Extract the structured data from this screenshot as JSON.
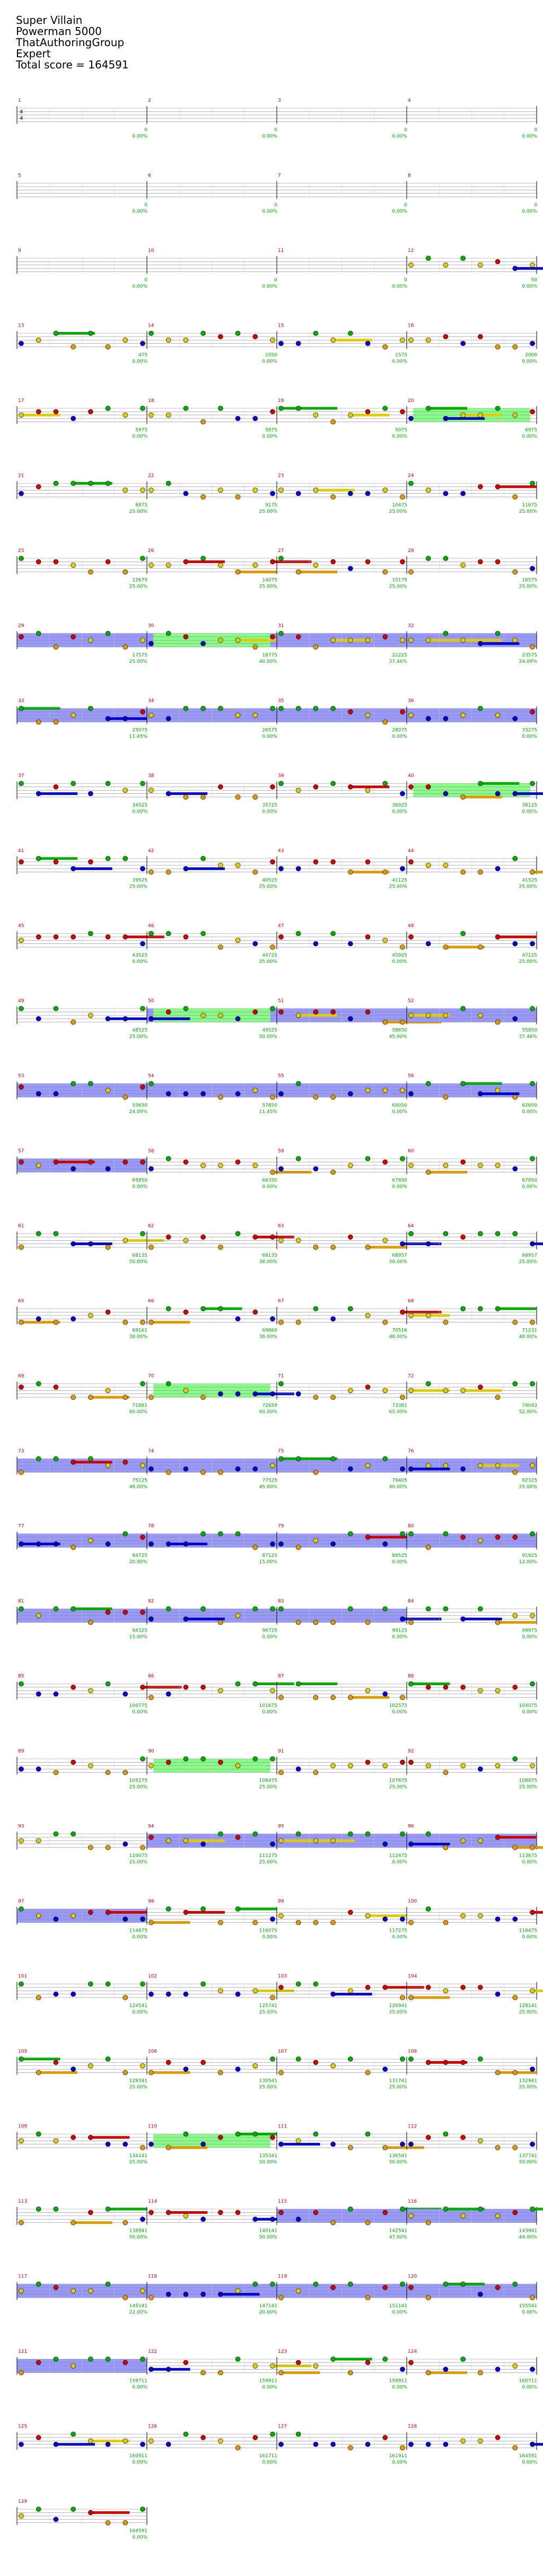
{
  "song": {
    "title": "Super Villain",
    "artist": "Powerman 5000",
    "charter": "ThatAuthoringGroup",
    "difficulty": "Expert",
    "total_score_label": "Total score = 164591"
  },
  "time_signature": {
    "numerator": "4",
    "denominator": "4"
  },
  "colors": {
    "green": "#00aa00",
    "red": "#cc0000",
    "yellow": "#ddcc00",
    "blue": "#0000cc",
    "orange": "#dd9900",
    "star_power": "#88ff88",
    "solo": "#9999ff",
    "score_text": "#00aa00",
    "pct_text": "#00aa00",
    "measure_num": "#cc0000",
    "tempo_text": "#888888"
  },
  "measures": [
    {
      "n": "1",
      "score": "0",
      "pct": "0.00%"
    },
    {
      "n": "2",
      "score": "0",
      "pct": "0.00%"
    },
    {
      "n": "3",
      "score": "0",
      "pct": "0.00%"
    },
    {
      "n": "4",
      "score": "0",
      "pct": "0.00%"
    },
    {
      "n": "5",
      "score": "0",
      "pct": "0.00%"
    },
    {
      "n": "6",
      "score": "0",
      "pct": "0.00%"
    },
    {
      "n": "7",
      "score": "0",
      "pct": "0.00%"
    },
    {
      "n": "8",
      "score": "0",
      "pct": "0.00%"
    },
    {
      "n": "9",
      "score": "0",
      "pct": "0.00%"
    },
    {
      "n": "10",
      "score": "0",
      "pct": "0.00%"
    },
    {
      "n": "11",
      "score": "0",
      "pct": "0.00%"
    },
    {
      "n": "12",
      "score": "50",
      "pct": "0.00%"
    },
    {
      "n": "13",
      "score": "475",
      "pct": "0.00%"
    },
    {
      "n": "14",
      "score": "1050",
      "pct": "0.00%"
    },
    {
      "n": "15",
      "score": "1575",
      "pct": "0.00%"
    },
    {
      "n": "16",
      "score": "2000",
      "pct": "0.00%"
    },
    {
      "n": "17",
      "score": "5975",
      "pct": "0.00%"
    },
    {
      "n": "18",
      "score": "5875",
      "pct": "0.00%"
    },
    {
      "n": "19",
      "score": "5075",
      "pct": "0.00%"
    },
    {
      "n": "20",
      "score": "6975",
      "pct": "0.00%"
    },
    {
      "n": "21",
      "score": "8875",
      "pct": "25.00%"
    },
    {
      "n": "22",
      "score": "9175",
      "pct": "25.00%"
    },
    {
      "n": "23",
      "score": "10475",
      "pct": "25.00%"
    },
    {
      "n": "24",
      "score": "11675",
      "pct": "25.00%"
    },
    {
      "n": "25",
      "score": "12675",
      "pct": "25.00%"
    },
    {
      "n": "26",
      "score": "14075",
      "pct": "25.00%"
    },
    {
      "n": "27",
      "score": "15175",
      "pct": "25.00%"
    },
    {
      "n": "28",
      "score": "16575",
      "pct": "25.00%"
    },
    {
      "n": "29",
      "score": "17575",
      "pct": "25.00%"
    },
    {
      "n": "30",
      "score": "18775",
      "pct": "40.00%"
    },
    {
      "n": "31",
      "score": "21225",
      "pct": "37.46%"
    },
    {
      "n": "32",
      "score": "23575",
      "pct": "24.09%"
    },
    {
      "n": "33",
      "score": "25075",
      "pct": "11.45%"
    },
    {
      "n": "34",
      "score": "26575",
      "pct": "0.00%"
    },
    {
      "n": "35",
      "score": "28075",
      "pct": "0.00%"
    },
    {
      "n": "36",
      "score": "33275",
      "pct": "0.00%"
    },
    {
      "n": "37",
      "score": "34525",
      "pct": "0.00%"
    },
    {
      "n": "38",
      "score": "35725",
      "pct": "0.00%"
    },
    {
      "n": "39",
      "score": "36925",
      "pct": "0.00%"
    },
    {
      "n": "40",
      "score": "38125",
      "pct": "0.00%"
    },
    {
      "n": "41",
      "score": "39525",
      "pct": "25.00%"
    },
    {
      "n": "42",
      "score": "40525",
      "pct": "25.00%"
    },
    {
      "n": "43",
      "score": "41125",
      "pct": "25.00%"
    },
    {
      "n": "44",
      "score": "41525",
      "pct": "25.00%"
    },
    {
      "n": "45",
      "score": "43525",
      "pct": "0.00%"
    },
    {
      "n": "46",
      "score": "44725",
      "pct": "25.00%"
    },
    {
      "n": "47",
      "score": "45925",
      "pct": "0.00%"
    },
    {
      "n": "48",
      "score": "47125",
      "pct": "25.00%"
    },
    {
      "n": "49",
      "score": "48525",
      "pct": "25.00%"
    },
    {
      "n": "50",
      "score": "49525",
      "pct": "50.00%"
    },
    {
      "n": "51",
      "score": "58650",
      "pct": "45.00%"
    },
    {
      "n": "52",
      "score": "55850",
      "pct": "37.46%"
    },
    {
      "n": "53",
      "score": "55650",
      "pct": "24.09%"
    },
    {
      "n": "54",
      "score": "57850",
      "pct": "11.45%"
    },
    {
      "n": "55",
      "score": "60050",
      "pct": "0.00%"
    },
    {
      "n": "56",
      "score": "62650",
      "pct": "0.00%"
    },
    {
      "n": "57",
      "score": "65850",
      "pct": "0.00%"
    },
    {
      "n": "58",
      "score": "66350",
      "pct": "0.00%"
    },
    {
      "n": "59",
      "score": "67650",
      "pct": "0.00%"
    },
    {
      "n": "60",
      "score": "67850",
      "pct": "0.00%"
    },
    {
      "n": "61",
      "score": "68135",
      "pct": "50.00%"
    },
    {
      "n": "62",
      "score": "68135",
      "pct": "38.00%"
    },
    {
      "n": "63",
      "score": "68957",
      "pct": "30.00%"
    },
    {
      "n": "64",
      "score": "68957",
      "pct": "25.00%"
    },
    {
      "n": "65",
      "score": "69161",
      "pct": "38.00%"
    },
    {
      "n": "66",
      "score": "69860",
      "pct": "38.00%"
    },
    {
      "n": "67",
      "score": "70516",
      "pct": "48.00%"
    },
    {
      "n": "68",
      "score": "71231",
      "pct": "48.00%"
    },
    {
      "n": "69",
      "score": "71881",
      "pct": "60.00%"
    },
    {
      "n": "70",
      "score": "72659",
      "pct": "60.00%"
    },
    {
      "n": "71",
      "score": "73381",
      "pct": "65.00%"
    },
    {
      "n": "72",
      "score": "74043",
      "pct": "52.00%"
    },
    {
      "n": "73",
      "score": "75125",
      "pct": "48.00%"
    },
    {
      "n": "74",
      "score": "77525",
      "pct": "45.00%"
    },
    {
      "n": "75",
      "score": "79405",
      "pct": "40.00%"
    },
    {
      "n": "76",
      "score": "82325",
      "pct": "25.00%"
    },
    {
      "n": "77",
      "score": "84725",
      "pct": "20.00%"
    },
    {
      "n": "78",
      "score": "87125",
      "pct": "15.00%"
    },
    {
      "n": "79",
      "score": "89525",
      "pct": "0.00%"
    },
    {
      "n": "80",
      "score": "91925",
      "pct": "12.00%"
    },
    {
      "n": "81",
      "score": "94325",
      "pct": "15.00%"
    },
    {
      "n": "82",
      "score": "96725",
      "pct": "0.00%"
    },
    {
      "n": "83",
      "score": "99125",
      "pct": "0.00%"
    },
    {
      "n": "84",
      "score": "99975",
      "pct": "0.00%"
    },
    {
      "n": "85",
      "score": "100775",
      "pct": "0.00%"
    },
    {
      "n": "86",
      "score": "101675",
      "pct": "0.00%"
    },
    {
      "n": "87",
      "score": "102575",
      "pct": "0.00%"
    },
    {
      "n": "88",
      "score": "104075",
      "pct": "0.00%"
    },
    {
      "n": "89",
      "score": "105275",
      "pct": "25.00%"
    },
    {
      "n": "90",
      "score": "106475",
      "pct": "25.00%"
    },
    {
      "n": "91",
      "score": "107675",
      "pct": "25.00%"
    },
    {
      "n": "92",
      "score": "108875",
      "pct": "25.00%"
    },
    {
      "n": "93",
      "score": "110075",
      "pct": "25.00%"
    },
    {
      "n": "94",
      "score": "111275",
      "pct": "25.00%"
    },
    {
      "n": "95",
      "score": "112475",
      "pct": "0.00%"
    },
    {
      "n": "96",
      "score": "113675",
      "pct": "0.00%"
    },
    {
      "n": "97",
      "score": "114875",
      "pct": "0.00%"
    },
    {
      "n": "98",
      "score": "116075",
      "pct": "0.00%"
    },
    {
      "n": "99",
      "score": "117275",
      "pct": "0.00%"
    },
    {
      "n": "100",
      "score": "118475",
      "pct": "0.00%"
    },
    {
      "n": "101",
      "score": "124541",
      "pct": "0.00%"
    },
    {
      "n": "102",
      "score": "125741",
      "pct": "25.00%"
    },
    {
      "n": "103",
      "score": "126941",
      "pct": "25.00%"
    },
    {
      "n": "104",
      "score": "128141",
      "pct": "25.00%"
    },
    {
      "n": "105",
      "score": "129341",
      "pct": "25.00%"
    },
    {
      "n": "106",
      "score": "130541",
      "pct": "25.00%"
    },
    {
      "n": "107",
      "score": "131741",
      "pct": "25.00%"
    },
    {
      "n": "108",
      "score": "132941",
      "pct": "25.00%"
    },
    {
      "n": "109",
      "score": "134141",
      "pct": "25.00%"
    },
    {
      "n": "110",
      "score": "135341",
      "pct": "50.00%"
    },
    {
      "n": "111",
      "score": "136541",
      "pct": "50.00%"
    },
    {
      "n": "112",
      "score": "137741",
      "pct": "50.00%"
    },
    {
      "n": "113",
      "score": "138941",
      "pct": "50.00%"
    },
    {
      "n": "114",
      "score": "140141",
      "pct": "50.00%"
    },
    {
      "n": "115",
      "score": "142541",
      "pct": "47.00%"
    },
    {
      "n": "116",
      "score": "143941",
      "pct": "44.00%"
    },
    {
      "n": "117",
      "score": "145141",
      "pct": "22.00%"
    },
    {
      "n": "118",
      "score": "147141",
      "pct": "20.00%"
    },
    {
      "n": "119",
      "score": "151141",
      "pct": "0.00%"
    },
    {
      "n": "120",
      "score": "155541",
      "pct": "0.00%"
    },
    {
      "n": "121",
      "score": "159711",
      "pct": "0.00%"
    },
    {
      "n": "122",
      "score": "159911",
      "pct": "0.00%"
    },
    {
      "n": "123",
      "score": "159911",
      "pct": "0.00%"
    },
    {
      "n": "124",
      "score": "160711",
      "pct": "0.00%"
    },
    {
      "n": "125",
      "score": "160911",
      "pct": "0.00%"
    },
    {
      "n": "126",
      "score": "161711",
      "pct": "0.00%"
    },
    {
      "n": "127",
      "score": "161911",
      "pct": "0.00%"
    },
    {
      "n": "128",
      "score": "164591",
      "pct": "0.00%"
    },
    {
      "n": "129",
      "score": "164591",
      "pct": "0.00%"
    }
  ]
}
